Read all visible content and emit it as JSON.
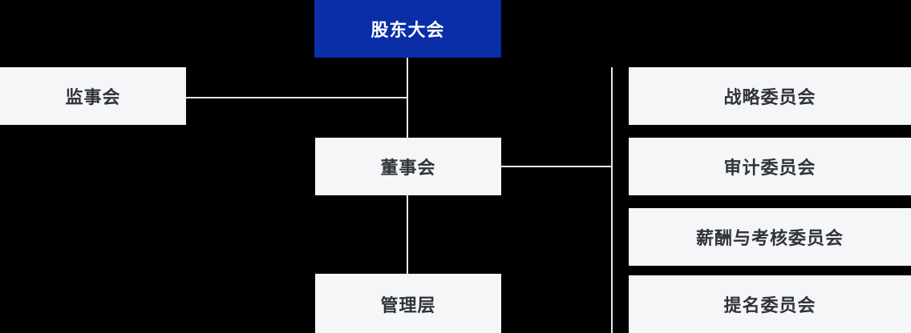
{
  "diagram": {
    "type": "org-chart",
    "nodes": {
      "shareholders_meeting": {
        "label": "股东大会",
        "role": "primary"
      },
      "supervisory_board": {
        "label": "监事会"
      },
      "board_of_directors": {
        "label": "董事会"
      },
      "management": {
        "label": "管理层"
      },
      "strategy_committee": {
        "label": "战略委员会"
      },
      "audit_committee": {
        "label": "审计委员会"
      },
      "remuneration_appraisal_committee": {
        "label": "薪酬与考核委员会"
      },
      "nomination_committee": {
        "label": "提名委员会"
      }
    },
    "edges": [
      {
        "from": "股东大会",
        "to": "监事会"
      },
      {
        "from": "股东大会",
        "to": "董事会"
      },
      {
        "from": "董事会",
        "to": "管理层"
      },
      {
        "from": "董事会",
        "to": "战略委员会"
      },
      {
        "from": "董事会",
        "to": "审计委员会"
      },
      {
        "from": "董事会",
        "to": "薪酬与考核委员会"
      },
      {
        "from": "董事会",
        "to": "提名委员会"
      }
    ],
    "colors": {
      "background": "#000000",
      "primary_node_bg": "#0A2DA8",
      "primary_node_text": "#FFFFFF",
      "node_bg": "#F5F6F8",
      "node_text": "#303338",
      "connector": "#E7E8EA"
    }
  }
}
